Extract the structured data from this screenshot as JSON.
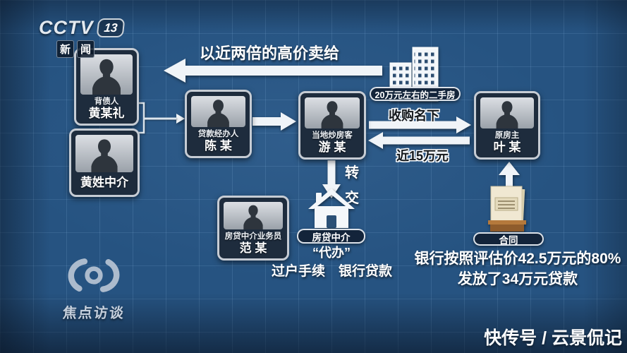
{
  "channel": {
    "name": "CCTV",
    "number": "13",
    "sub": [
      "新",
      "闻"
    ]
  },
  "program": {
    "name": "焦点访谈"
  },
  "watermark": "快传号 / 云景侃记",
  "people": {
    "debtor": {
      "role": "背债人",
      "name": "黄某礼"
    },
    "agent_huang": {
      "name": "黄姓中介"
    },
    "loan_officer": {
      "role": "贷款经办人",
      "name": "陈 某"
    },
    "speculator": {
      "role": "当地炒房客",
      "name": "游 某"
    },
    "owner": {
      "role": "原房主",
      "name": "叶 某"
    },
    "mortgage_agent": {
      "role": "房贷中介业务员",
      "name": "范 某"
    }
  },
  "flow": {
    "sell_high": "以近两倍的高价卖给",
    "house_badge": "20万元左右的二手房",
    "acquire": "收购名下",
    "pay": "近15万元",
    "transfer": [
      "转",
      "交"
    ],
    "mortgage_broker": "房贷中介",
    "act_on_behalf": "“代办”",
    "services": "过户手续　银行贷款",
    "contract": "合同",
    "bank_line1": "银行按照评估价42.5万元的80%",
    "bank_line2": "发放了34万元贷款"
  },
  "colors": {
    "background": "#265381",
    "grid_line": "#96c3eb",
    "arrow": "#f2f6fa",
    "badge_bg": "#13243a",
    "card_border": "#c6ccd4",
    "outlined_text": "#14181c"
  }
}
